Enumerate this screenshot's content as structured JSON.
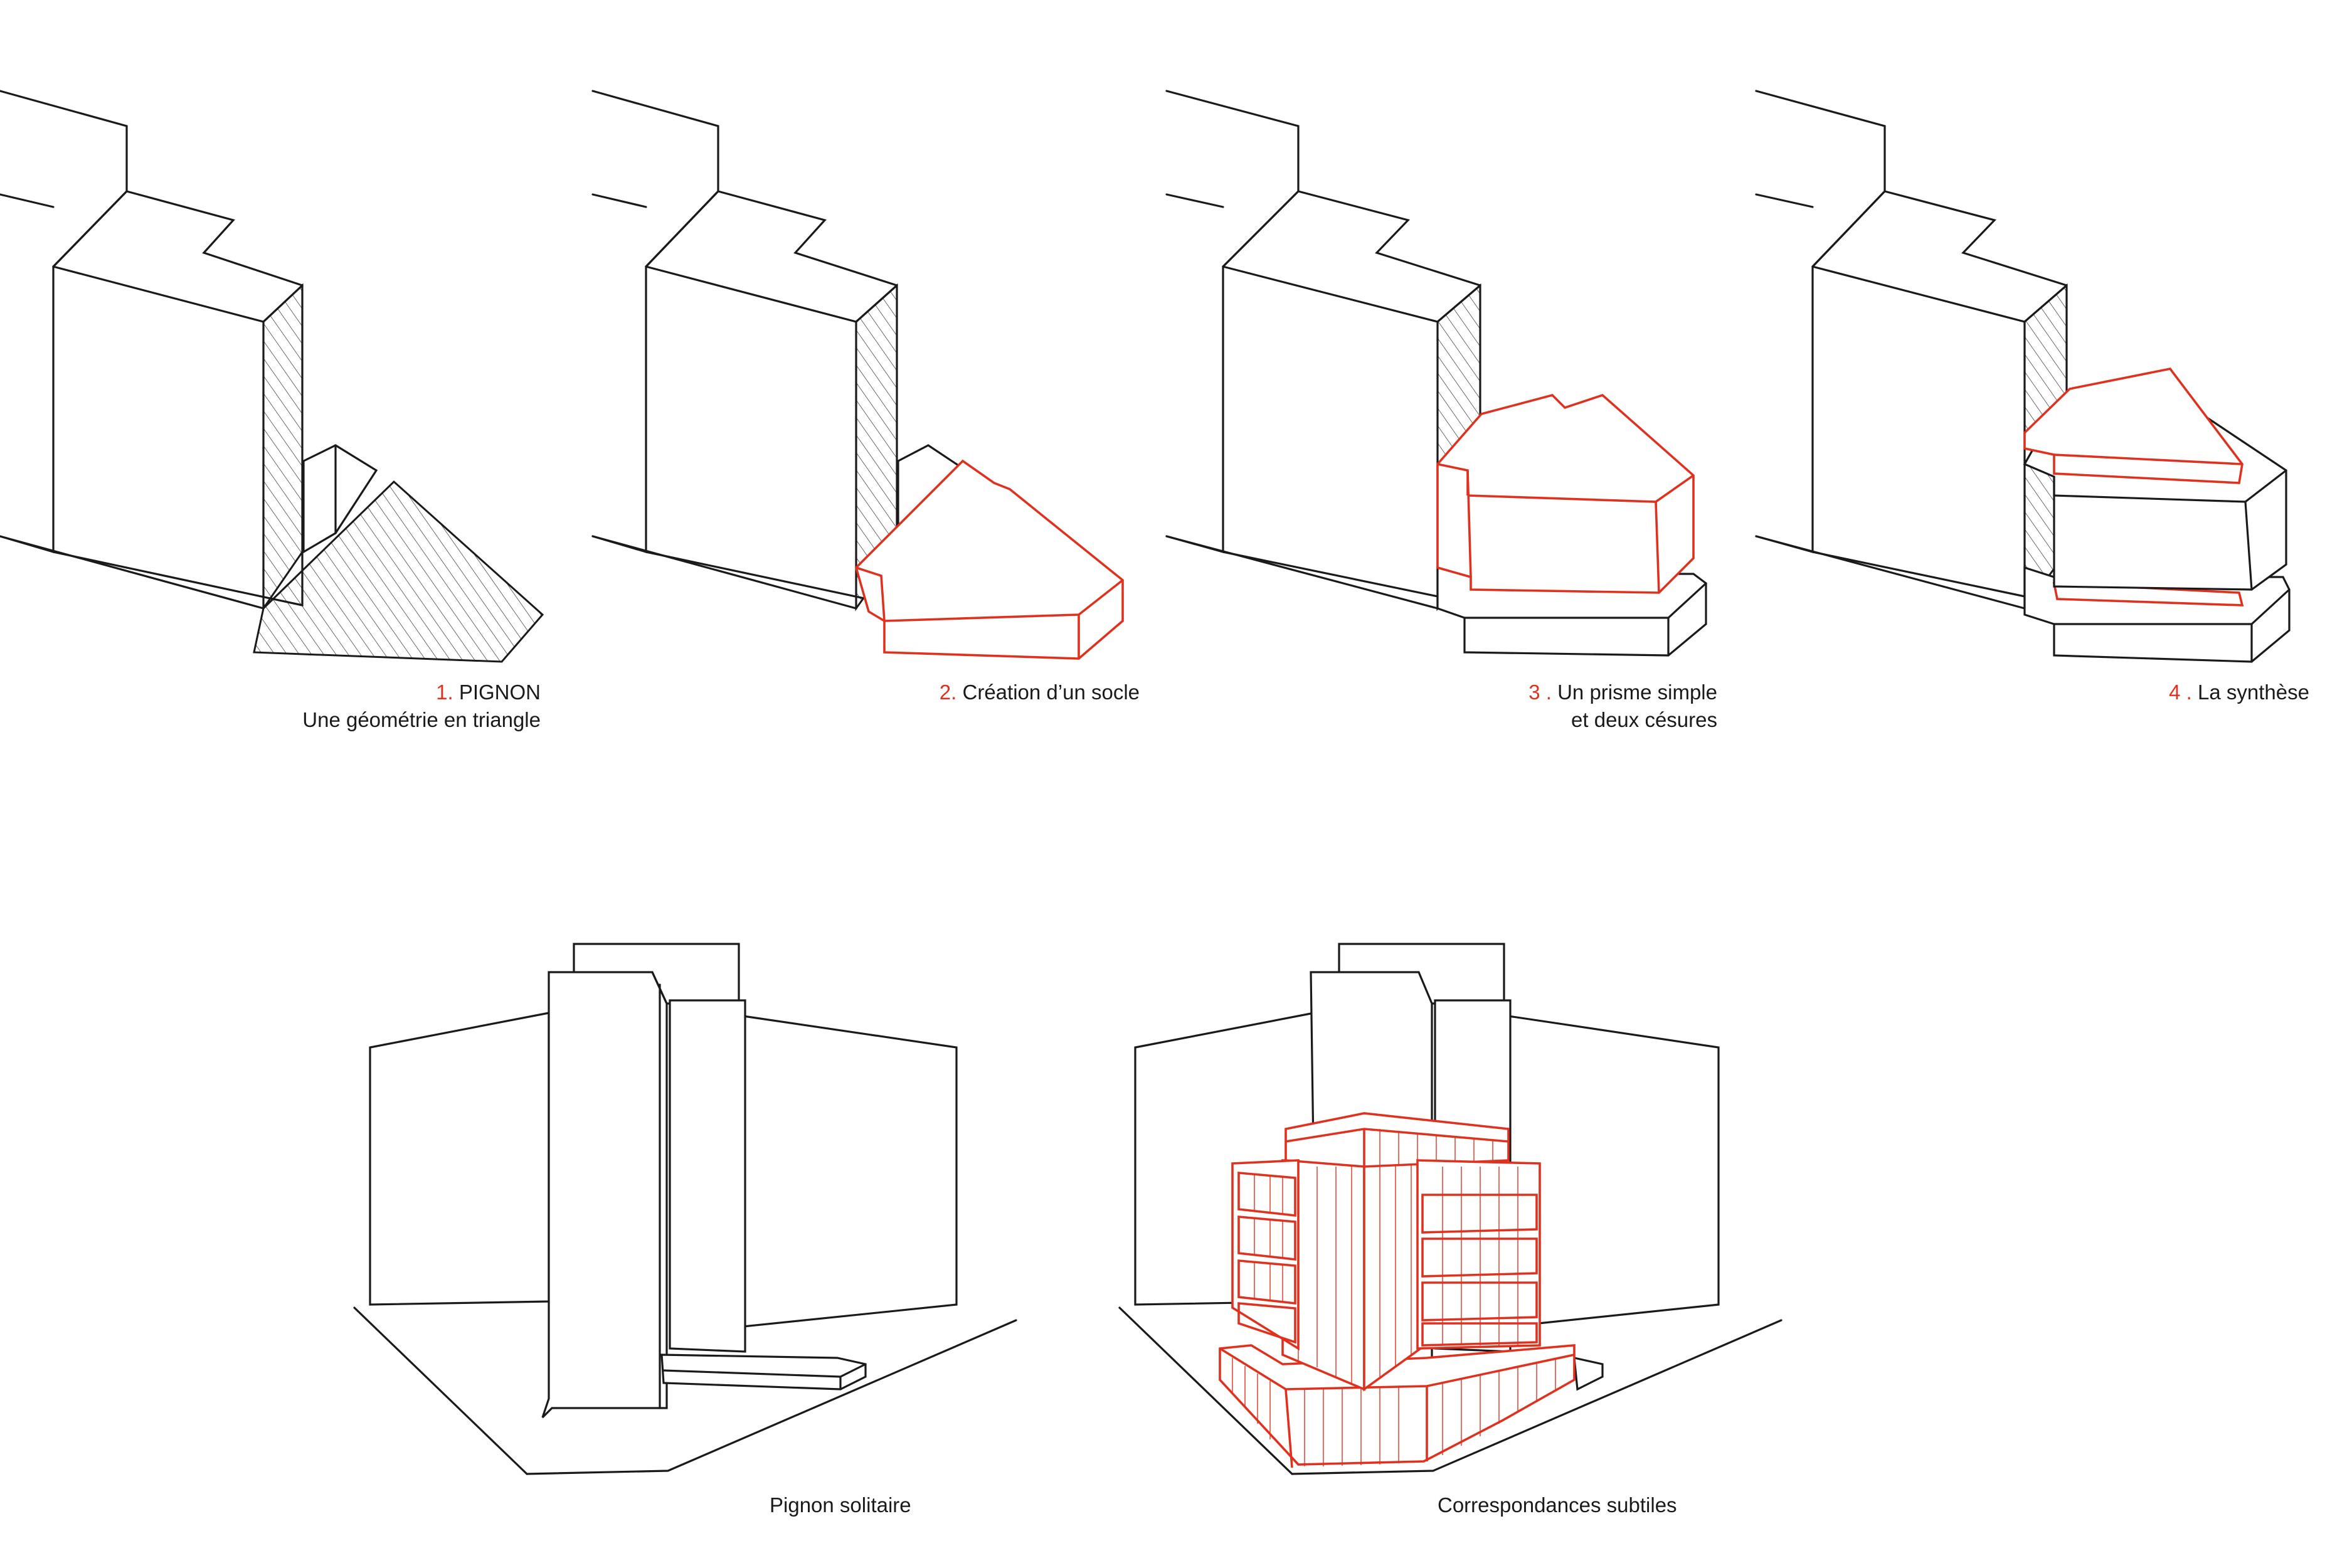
{
  "colors": {
    "accent": "#e0301e",
    "line": "#1a1a1a",
    "background": "#ffffff"
  },
  "steps": [
    {
      "number": "1.",
      "title": "PIGNON",
      "subtitle": "Une géométrie en triangle"
    },
    {
      "number": "2.",
      "title": "Création d’un socle",
      "subtitle": ""
    },
    {
      "number": "3 .",
      "title": "Un prisme simple",
      "subtitle": "et deux césures"
    },
    {
      "number": "4 .",
      "title": "La synthèse",
      "subtitle": ""
    }
  ],
  "views": [
    {
      "caption": "Pignon solitaire"
    },
    {
      "caption": "Correspondances subtiles"
    }
  ]
}
